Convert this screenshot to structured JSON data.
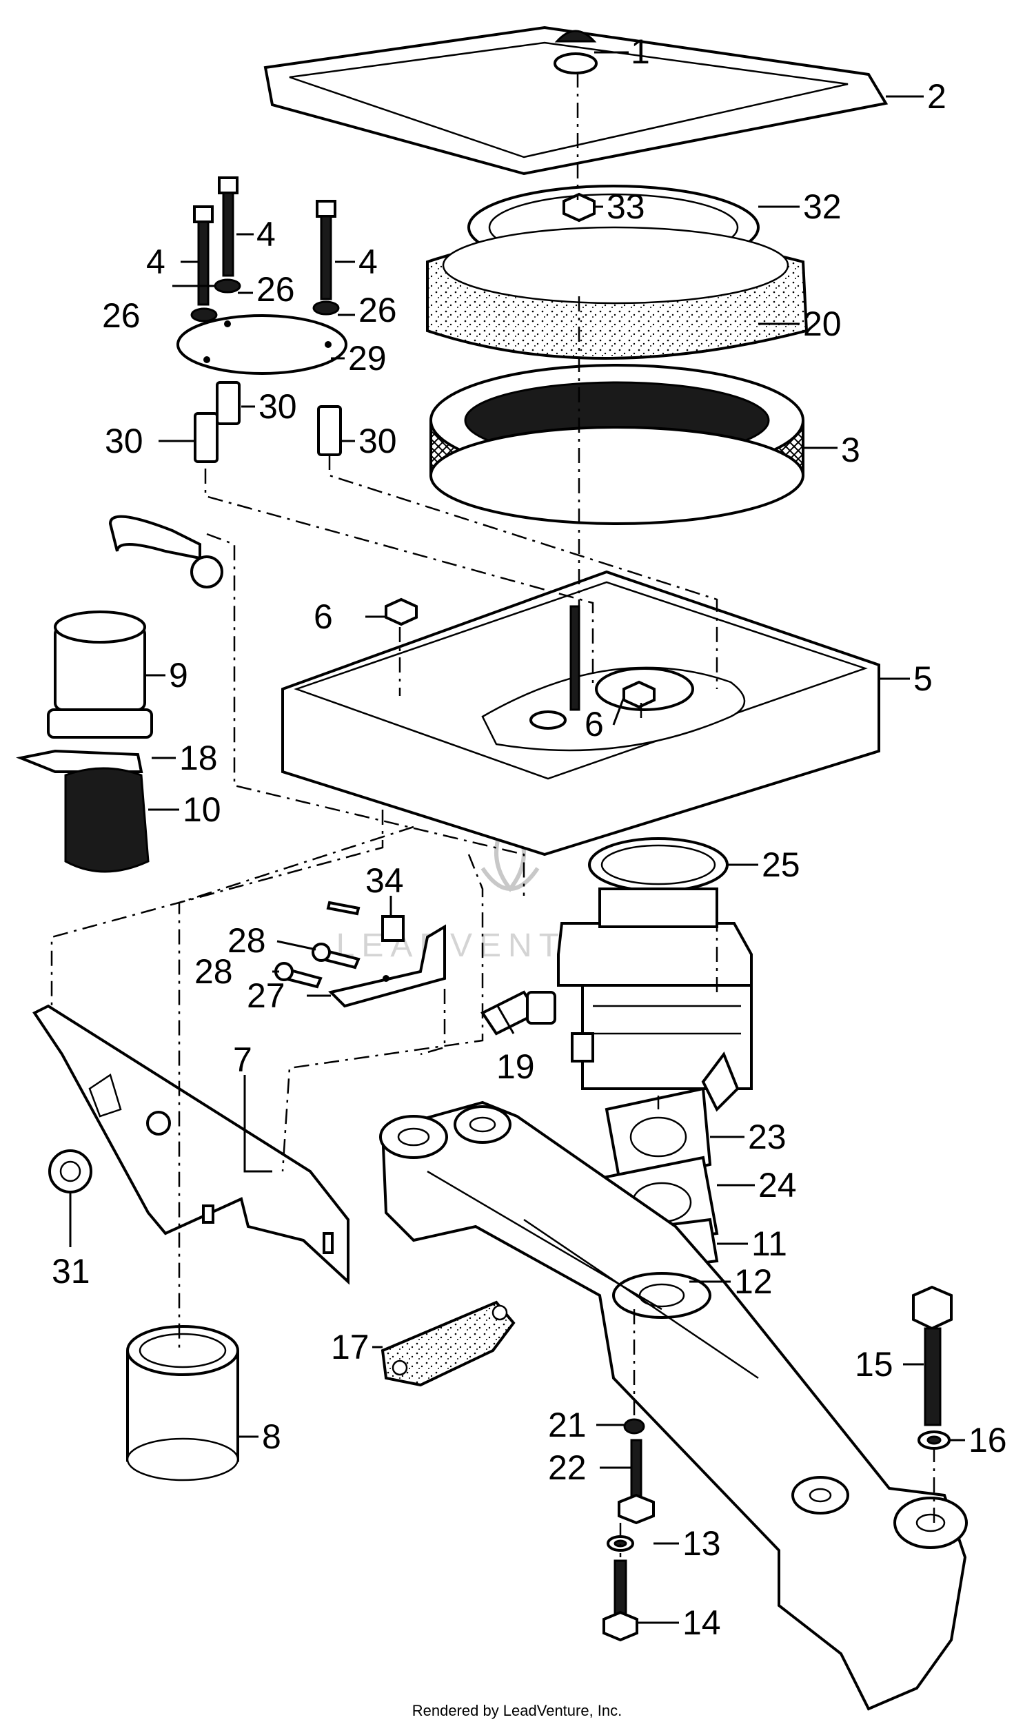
{
  "credit": "Rendered by LeadVenture, Inc.",
  "watermark": "LEADVENTURE",
  "callouts": [
    {
      "id": "1",
      "label": "1"
    },
    {
      "id": "2",
      "label": "2"
    },
    {
      "id": "3",
      "label": "3"
    },
    {
      "id": "4a",
      "label": "4"
    },
    {
      "id": "4b",
      "label": "4"
    },
    {
      "id": "4c",
      "label": "4"
    },
    {
      "id": "5",
      "label": "5"
    },
    {
      "id": "6a",
      "label": "6"
    },
    {
      "id": "6b",
      "label": "6"
    },
    {
      "id": "7",
      "label": "7"
    },
    {
      "id": "8",
      "label": "8"
    },
    {
      "id": "9",
      "label": "9"
    },
    {
      "id": "10",
      "label": "10"
    },
    {
      "id": "11",
      "label": "11"
    },
    {
      "id": "12",
      "label": "12"
    },
    {
      "id": "13",
      "label": "13"
    },
    {
      "id": "14",
      "label": "14"
    },
    {
      "id": "15",
      "label": "15"
    },
    {
      "id": "16",
      "label": "16"
    },
    {
      "id": "17",
      "label": "17"
    },
    {
      "id": "18",
      "label": "18"
    },
    {
      "id": "19",
      "label": "19"
    },
    {
      "id": "20",
      "label": "20"
    },
    {
      "id": "21",
      "label": "21"
    },
    {
      "id": "22",
      "label": "22"
    },
    {
      "id": "23",
      "label": "23"
    },
    {
      "id": "24",
      "label": "24"
    },
    {
      "id": "25",
      "label": "25"
    },
    {
      "id": "26a",
      "label": "26"
    },
    {
      "id": "26b",
      "label": "26"
    },
    {
      "id": "26c",
      "label": "26"
    },
    {
      "id": "27",
      "label": "27"
    },
    {
      "id": "28a",
      "label": "28"
    },
    {
      "id": "28b",
      "label": "28"
    },
    {
      "id": "29",
      "label": "29"
    },
    {
      "id": "30a",
      "label": "30"
    },
    {
      "id": "30b",
      "label": "30"
    },
    {
      "id": "30c",
      "label": "30"
    },
    {
      "id": "31",
      "label": "31"
    },
    {
      "id": "32",
      "label": "32"
    },
    {
      "id": "33",
      "label": "33"
    },
    {
      "id": "34",
      "label": "34"
    }
  ]
}
